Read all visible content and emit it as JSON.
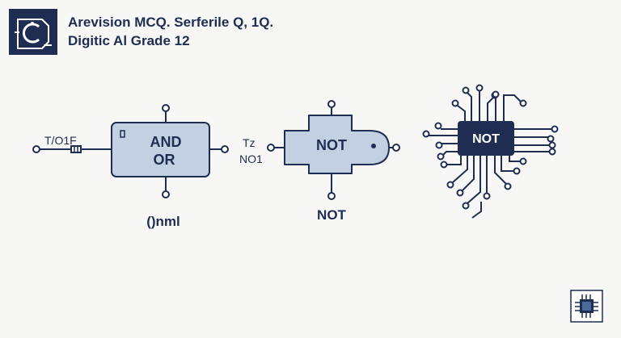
{
  "header": {
    "line1": "Arevision MCQ. Serferile Q, 1Q.",
    "line2": "Digitic Al Grade 12",
    "logo_icon": "circuit-c-logo-icon"
  },
  "gate_and_or": {
    "label_top": "AND",
    "label_bottom": "OR",
    "input_label": "T/O1F",
    "caption": "()nml"
  },
  "gate_not": {
    "label": "NOT",
    "input_label_top": "Tz",
    "input_label_bottom": "NO1",
    "caption": "NOT"
  },
  "chip_not": {
    "label": "NOT"
  },
  "corner_icon": "chip-icon",
  "colors": {
    "navy": "#1f2d52",
    "gate_fill": "#c3d0e2",
    "chip_fill": "#1f2d52",
    "background": "#f7f7f6"
  }
}
